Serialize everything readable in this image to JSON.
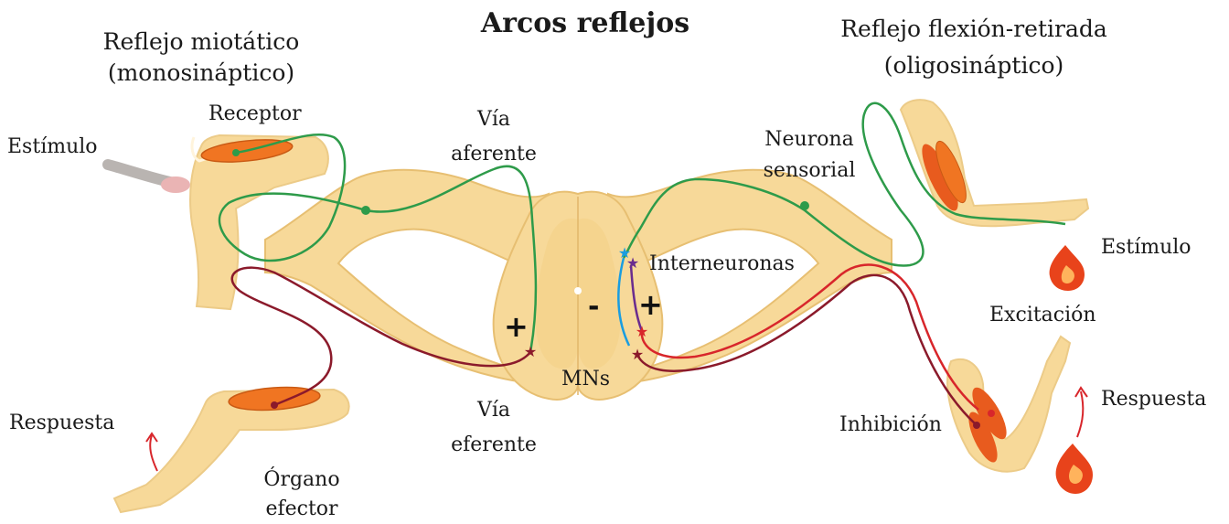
{
  "title": "Arcos reflejos",
  "left_reflex": {
    "line1": "Reflejo miotático",
    "line2": "(monosináptico)"
  },
  "right_reflex": {
    "line1": "Reflejo flexión-retirada",
    "line2": "(oligosináptico)"
  },
  "labels": {
    "receptor": "Receptor",
    "stimulus_left": "Estímulo",
    "afferent_1": "Vía",
    "afferent_2": "aferente",
    "efferent_1": "Vía",
    "efferent_2": "eferente",
    "response_left": "Respuesta",
    "effector_1": "Órgano",
    "effector_2": "efector",
    "sensory_1": "Neurona",
    "sensory_2": "sensorial",
    "interneurons": "Interneuronas",
    "stimulus_right": "Estímulo",
    "excitation": "Excitación",
    "response_right": "Respuesta",
    "inhibition": "Inhibición",
    "mns": "MNs",
    "plus": "+",
    "minus": "-"
  },
  "colors": {
    "tissue": "#f7d999",
    "tissue_edge": "#e7bf72",
    "muscle": "#f07522",
    "afferent": "#2e9b4a",
    "efferent_dark": "#8b1a2b",
    "efferent_red": "#d8262b",
    "interneuron_blue": "#1a9de0",
    "interneuron_purple": "#6a2c8e",
    "flame": "#e8431b"
  }
}
